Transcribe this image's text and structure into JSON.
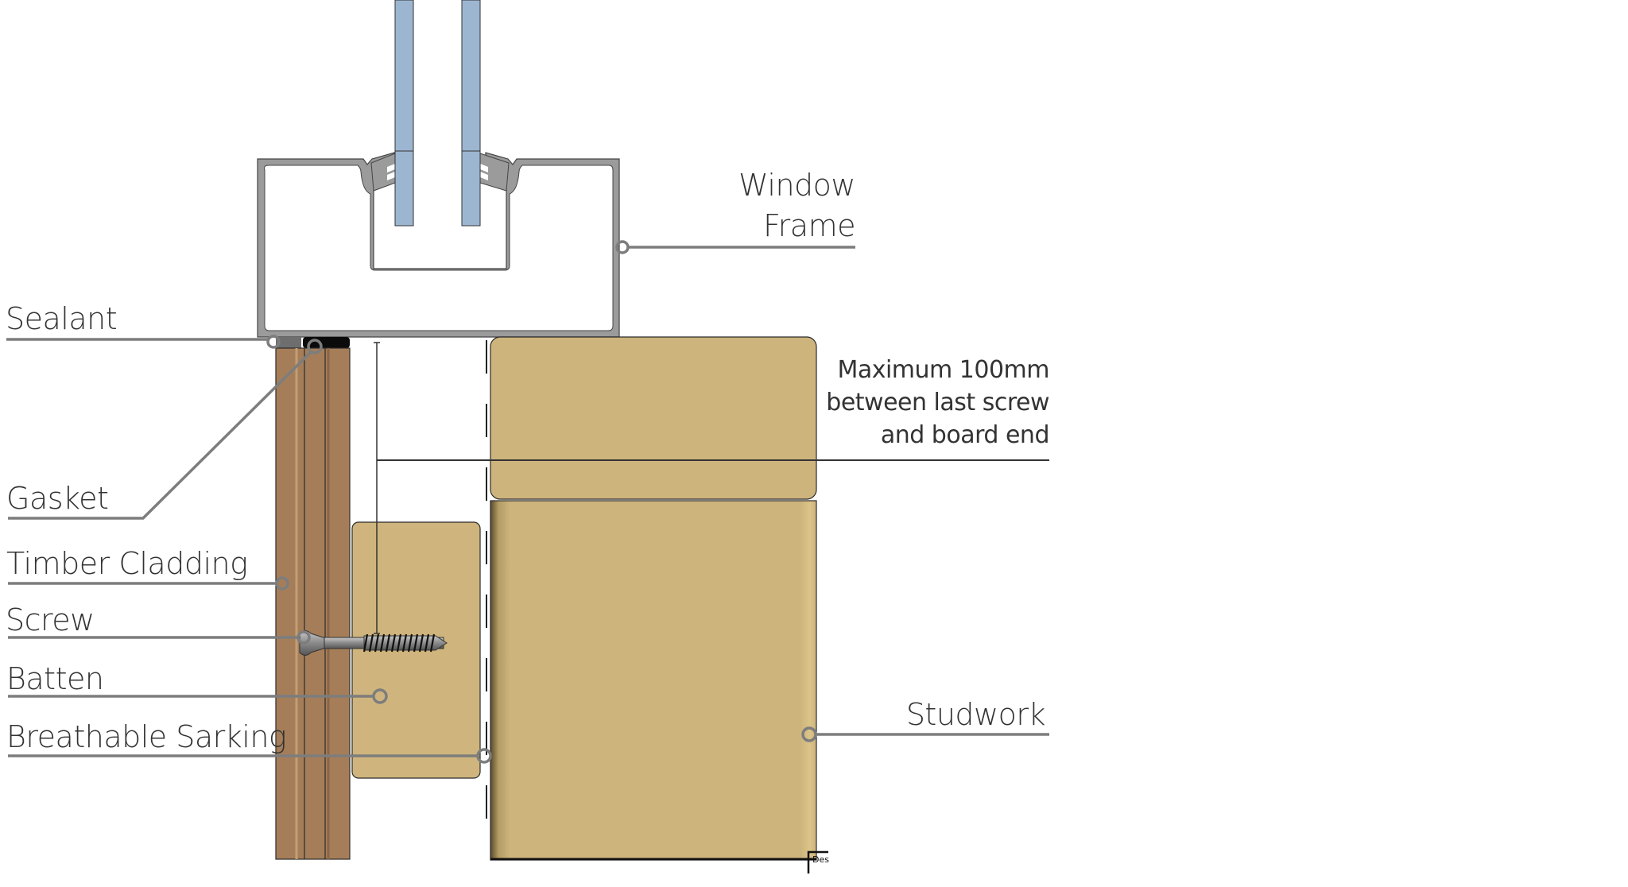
{
  "title": "Window head detail with timber cladding",
  "labels": {
    "window_frame": [
      "Window",
      "Frame"
    ],
    "sealant": "Sealant",
    "gasket": "Gasket",
    "timber_cladding": "Timber Cladding",
    "screw": "Screw",
    "batten": "Batten",
    "breathable_sarking": "Breathable Sarking",
    "studwork": "Studwork"
  },
  "note": {
    "lines": [
      "Maximum 100mm",
      "between last screw",
      "and board end"
    ]
  },
  "corner_mark": "Des",
  "colors": {
    "glass": "#9cb6d2",
    "frame": "#9b9b9b",
    "timber_cladding": "#a57e59",
    "batten": "#cfb57d",
    "studwork": "#cdb47c",
    "leader": "#7d7d7d",
    "text": "#333333"
  }
}
